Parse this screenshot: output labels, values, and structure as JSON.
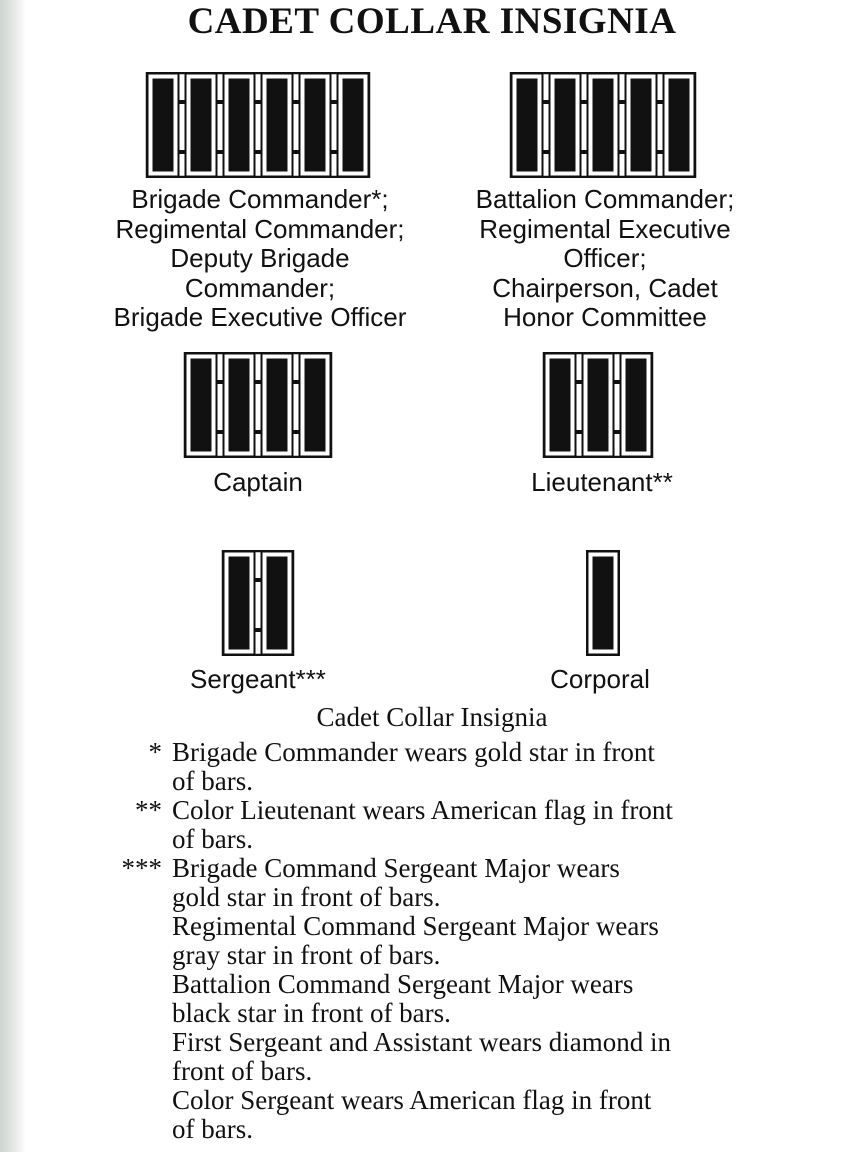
{
  "title": "CADET COLLAR INSIGNIA",
  "insignia": [
    {
      "bars": 6,
      "label_lines": [
        "Brigade Commander*;",
        "Regimental Commander;",
        "Deputy Brigade",
        "Commander;",
        "Brigade Executive Officer"
      ]
    },
    {
      "bars": 5,
      "label_lines": [
        "Battalion Commander;",
        "Regimental Executive",
        "Officer;",
        "Chairperson, Cadet",
        "Honor Committee"
      ]
    },
    {
      "bars": 4,
      "label_lines": [
        "Captain"
      ]
    },
    {
      "bars": 3,
      "label_lines": [
        "Lieutenant**"
      ]
    },
    {
      "bars": 2,
      "label_lines": [
        "Sergeant***"
      ]
    },
    {
      "bars": 1,
      "label_lines": [
        "Corporal"
      ]
    }
  ],
  "caption": "Cadet Collar Insignia",
  "notes": [
    {
      "mark": "*",
      "lines": [
        "Brigade Commander wears gold star in front",
        "of bars."
      ]
    },
    {
      "mark": "**",
      "lines": [
        "Color Lieutenant wears American flag in front",
        "of bars."
      ]
    },
    {
      "mark": "***",
      "lines": [
        "Brigade Command Sergeant Major wears",
        "gold star in front of bars.",
        "Regimental Command Sergeant Major wears",
        "gray star in front of bars.",
        "Battalion Command Sergeant Major wears",
        "black star in front of bars.",
        "First Sergeant and Assistant wears diamond in",
        "front of bars.",
        "Color Sergeant wears American flag in front",
        "of bars."
      ]
    }
  ],
  "colors": {
    "bar_fill": "#111111",
    "outline": "#111111",
    "background": "#ffffff"
  }
}
